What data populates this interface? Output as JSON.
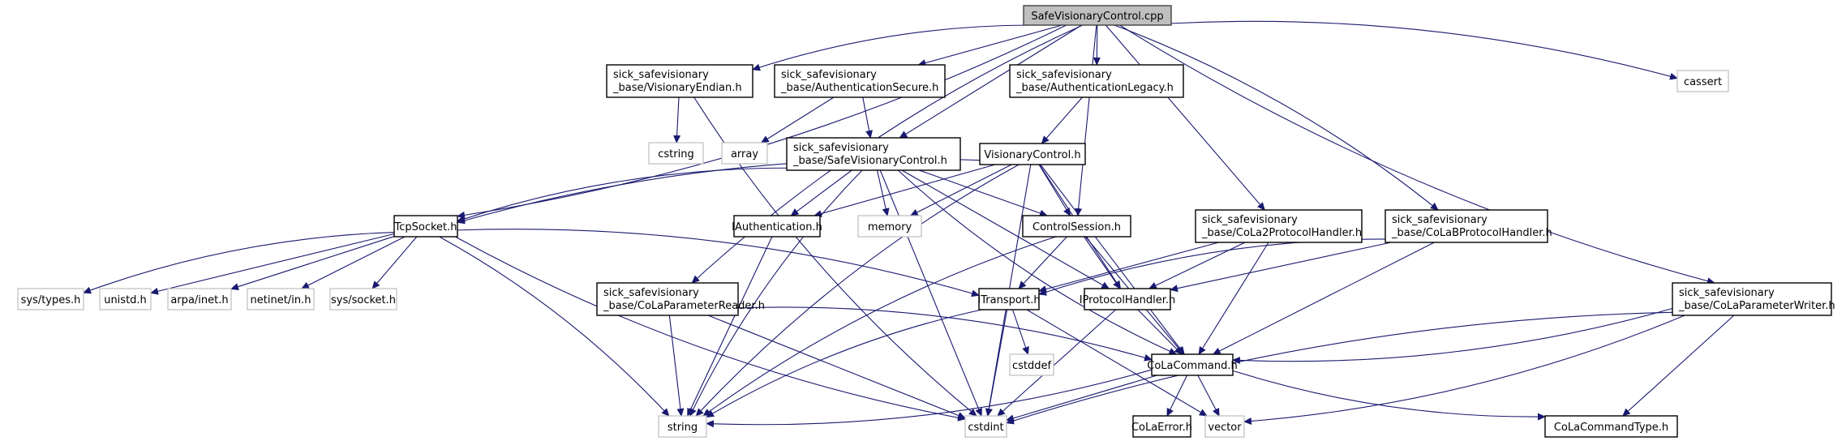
{
  "diagram": {
    "type": "include-dependency-graph",
    "colors": {
      "edge": "#191970",
      "root_fill": "#bfbfbf",
      "root_border": "#404040",
      "local_border": "#000000",
      "system_border": "#bfbfbf",
      "node_fill": "#ffffff"
    },
    "nodes": [
      {
        "id": "root",
        "kind": "root",
        "lines": [
          "SafeVisionaryControl.cpp"
        ]
      },
      {
        "id": "endian",
        "kind": "local",
        "lines": [
          "sick_safevisionary",
          "_base/VisionaryEndian.h"
        ]
      },
      {
        "id": "authsecure",
        "kind": "local",
        "lines": [
          "sick_safevisionary",
          "_base/AuthenticationSecure.h"
        ]
      },
      {
        "id": "authlegacy",
        "kind": "local",
        "lines": [
          "sick_safevisionary",
          "_base/AuthenticationLegacy.h"
        ]
      },
      {
        "id": "cassert",
        "kind": "system",
        "lines": [
          "cassert"
        ]
      },
      {
        "id": "cstring",
        "kind": "system",
        "lines": [
          "cstring"
        ]
      },
      {
        "id": "array",
        "kind": "system",
        "lines": [
          "array"
        ]
      },
      {
        "id": "safevc",
        "kind": "local",
        "lines": [
          "sick_safevisionary",
          "_base/SafeVisionaryControl.h"
        ]
      },
      {
        "id": "vc",
        "kind": "local",
        "lines": [
          "VisionaryControl.h"
        ]
      },
      {
        "id": "tcp",
        "kind": "local",
        "lines": [
          "TcpSocket.h"
        ]
      },
      {
        "id": "iauth",
        "kind": "local",
        "lines": [
          "IAuthentication.h"
        ]
      },
      {
        "id": "memory",
        "kind": "system",
        "lines": [
          "memory"
        ]
      },
      {
        "id": "ctrlsession",
        "kind": "local",
        "lines": [
          "ControlSession.h"
        ]
      },
      {
        "id": "cola2",
        "kind": "local",
        "lines": [
          "sick_safevisionary",
          "_base/CoLa2ProtocolHandler.h"
        ]
      },
      {
        "id": "colab",
        "kind": "local",
        "lines": [
          "sick_safevisionary",
          "_base/CoLaBProtocolHandler.h"
        ]
      },
      {
        "id": "writer",
        "kind": "local",
        "lines": [
          "sick_safevisionary",
          "_base/CoLaParameterWriter.h"
        ]
      },
      {
        "id": "systypes",
        "kind": "system",
        "lines": [
          "sys/types.h"
        ]
      },
      {
        "id": "unistd",
        "kind": "system",
        "lines": [
          "unistd.h"
        ]
      },
      {
        "id": "arpa",
        "kind": "system",
        "lines": [
          "arpa/inet.h"
        ]
      },
      {
        "id": "netinet",
        "kind": "system",
        "lines": [
          "netinet/in.h"
        ]
      },
      {
        "id": "syssocket",
        "kind": "system",
        "lines": [
          "sys/socket.h"
        ]
      },
      {
        "id": "reader",
        "kind": "local",
        "lines": [
          "sick_safevisionary",
          "_base/CoLaParameterReader.h"
        ]
      },
      {
        "id": "itransport",
        "kind": "local",
        "lines": [
          "ITransport.h"
        ]
      },
      {
        "id": "iprotocol",
        "kind": "local",
        "lines": [
          "IProtocolHandler.h"
        ]
      },
      {
        "id": "cstddef",
        "kind": "system",
        "lines": [
          "cstddef"
        ]
      },
      {
        "id": "colacmd",
        "kind": "local",
        "lines": [
          "CoLaCommand.h"
        ]
      },
      {
        "id": "string",
        "kind": "system",
        "lines": [
          "string"
        ]
      },
      {
        "id": "cstdint",
        "kind": "system",
        "lines": [
          "cstdint"
        ]
      },
      {
        "id": "colaerror",
        "kind": "local",
        "lines": [
          "CoLaError.h"
        ]
      },
      {
        "id": "vector",
        "kind": "system",
        "lines": [
          "vector"
        ]
      },
      {
        "id": "colacmdtype",
        "kind": "local",
        "lines": [
          "CoLaCommandType.h"
        ]
      }
    ],
    "edges": [
      [
        "root",
        "endian"
      ],
      [
        "root",
        "authsecure"
      ],
      [
        "root",
        "authlegacy"
      ],
      [
        "root",
        "cassert"
      ],
      [
        "root",
        "safevc"
      ],
      [
        "root",
        "tcp"
      ],
      [
        "root",
        "reader"
      ],
      [
        "root",
        "ctrlsession"
      ],
      [
        "root",
        "cola2"
      ],
      [
        "root",
        "colab"
      ],
      [
        "root",
        "writer"
      ],
      [
        "endian",
        "cstring"
      ],
      [
        "endian",
        "cstdint"
      ],
      [
        "authsecure",
        "array"
      ],
      [
        "authsecure",
        "safevc"
      ],
      [
        "authlegacy",
        "vc"
      ],
      [
        "safevc",
        "tcp"
      ],
      [
        "safevc",
        "iauth"
      ],
      [
        "safevc",
        "memory"
      ],
      [
        "safevc",
        "ctrlsession"
      ],
      [
        "safevc",
        "string"
      ],
      [
        "safevc",
        "cstdint"
      ],
      [
        "safevc",
        "colacmd"
      ],
      [
        "safevc",
        "iprotocol"
      ],
      [
        "vc",
        "tcp"
      ],
      [
        "vc",
        "iauth"
      ],
      [
        "vc",
        "memory"
      ],
      [
        "vc",
        "ctrlsession"
      ],
      [
        "vc",
        "string"
      ],
      [
        "vc",
        "cstdint"
      ],
      [
        "vc",
        "iprotocol"
      ],
      [
        "vc",
        "colacmd"
      ],
      [
        "tcp",
        "systypes"
      ],
      [
        "tcp",
        "unistd"
      ],
      [
        "tcp",
        "arpa"
      ],
      [
        "tcp",
        "netinet"
      ],
      [
        "tcp",
        "syssocket"
      ],
      [
        "tcp",
        "string"
      ],
      [
        "tcp",
        "cstdint"
      ],
      [
        "tcp",
        "itransport"
      ],
      [
        "iauth",
        "string"
      ],
      [
        "ctrlsession",
        "itransport"
      ],
      [
        "ctrlsession",
        "iprotocol"
      ],
      [
        "ctrlsession",
        "colacmd"
      ],
      [
        "ctrlsession",
        "string"
      ],
      [
        "cola2",
        "itransport"
      ],
      [
        "cola2",
        "iprotocol"
      ],
      [
        "cola2",
        "colacmd"
      ],
      [
        "colab",
        "itransport"
      ],
      [
        "colab",
        "iprotocol"
      ],
      [
        "colab",
        "colacmd"
      ],
      [
        "writer",
        "colacmd"
      ],
      [
        "writer",
        "cstdint"
      ],
      [
        "writer",
        "vector"
      ],
      [
        "writer",
        "colacmdtype"
      ],
      [
        "reader",
        "colacmd"
      ],
      [
        "reader",
        "string"
      ],
      [
        "reader",
        "cstdint"
      ],
      [
        "itransport",
        "cstddef"
      ],
      [
        "itransport",
        "cstdint"
      ],
      [
        "itransport",
        "string"
      ],
      [
        "itransport",
        "vector"
      ],
      [
        "iprotocol",
        "colacmd"
      ],
      [
        "iprotocol",
        "cstdint"
      ],
      [
        "colacmd",
        "colaerror"
      ],
      [
        "colacmd",
        "vector"
      ],
      [
        "colacmd",
        "cstdint"
      ],
      [
        "colacmd",
        "string"
      ],
      [
        "colacmd",
        "colacmdtype"
      ]
    ]
  }
}
